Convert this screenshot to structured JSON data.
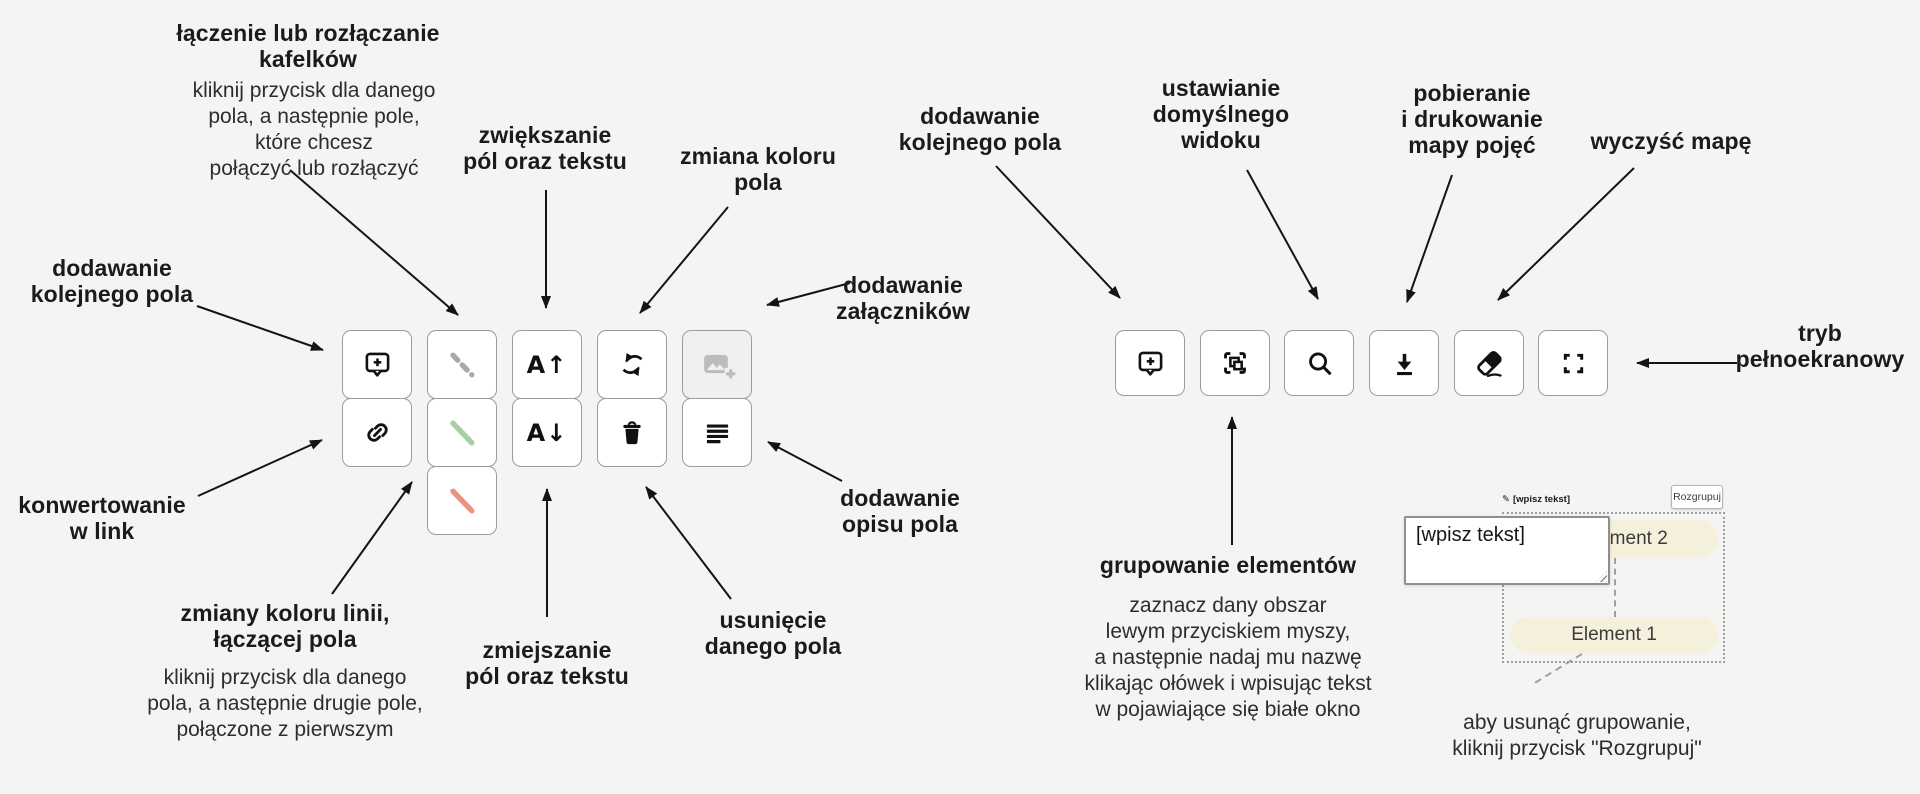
{
  "colors": {
    "background": "#f4f4f2",
    "button_border": "#9c9c9c",
    "arrow": "#141414",
    "line_gray": "#a9a9a9",
    "line_green": "#a6cfa8",
    "line_salmon": "#e9957e",
    "tile_cream": "#f5f0dc"
  },
  "labels": {
    "laczenie_title": "łączenie lub rozłączanie\nkafelków",
    "laczenie_body": "kliknij przycisk dla danego\npola, a następnie pole,\nktóre chcesz\npołączyć lub rozłączyć",
    "zwiekszanie": "zwiększanie\npól oraz tekstu",
    "zmiana_koloru": "zmiana koloru\npola",
    "dodawanie_kolejnego_left": "dodawanie\nkolejnego pola",
    "dodawanie_zalacznikow": "dodawanie\nzałączników",
    "konwertowanie": "konwertowanie\nw link",
    "zmiany_koloru_linii_title": "zmiany koloru linii,\nłączącej pola",
    "zmiany_koloru_linii_body": "kliknij przycisk dla danego\npola, a następnie drugie pole,\npołączone z pierwszym",
    "zmiejszanie": "zmiejszanie\npól oraz tekstu",
    "usuniecie": "usunięcie\ndanego pola",
    "dodawanie_opisu": "dodawanie\nopisu pola",
    "dodawanie_kolejnego_right": "dodawanie\nkolejnego pola",
    "ustawianie_widoku": "ustawianie\ndomyślnego\nwidoku",
    "pobieranie": "pobieranie\ni drukowanie\nmapy pojęć",
    "wyczysc_mape": "wyczyść mapę",
    "tryb_pelnoekranowy": "tryb\npełnoekranowy",
    "grupowanie_title": "grupowanie elementów",
    "grupowanie_body": "zaznacz dany obszar\nlewym przyciskiem myszy,\na następnie nadaj mu nazwę\nklikając ołówek i wpisując tekst\nw pojawiające się białe okno",
    "rozgrupuj_note": "aby usunąć grupowanie,\nkliknij przycisk \"Rozgrupuj\""
  },
  "left_toolbar": {
    "buttons": [
      "add-field",
      "convert-to-link",
      "line-color-gray-dashed",
      "line-color-green",
      "line-color-salmon",
      "font-increase",
      "font-decrease",
      "field-color-cycle",
      "delete-field",
      "add-attachment-disabled",
      "add-description"
    ],
    "font_increase_glyph": "A↑",
    "font_decrease_glyph": "A↓"
  },
  "right_toolbar": {
    "buttons": [
      "add-field",
      "group-elements",
      "default-view-zoom",
      "download-print-map",
      "clear-map-eraser",
      "fullscreen"
    ]
  },
  "mini_demo": {
    "pencil_icon": "✎",
    "pencil_label": "[wpisz tekst]",
    "ungroup_button_label": "Rozgrupuj",
    "text_input_value": "[wpisz tekst]",
    "element_1": "Element 1",
    "element_2": "Element 2"
  }
}
